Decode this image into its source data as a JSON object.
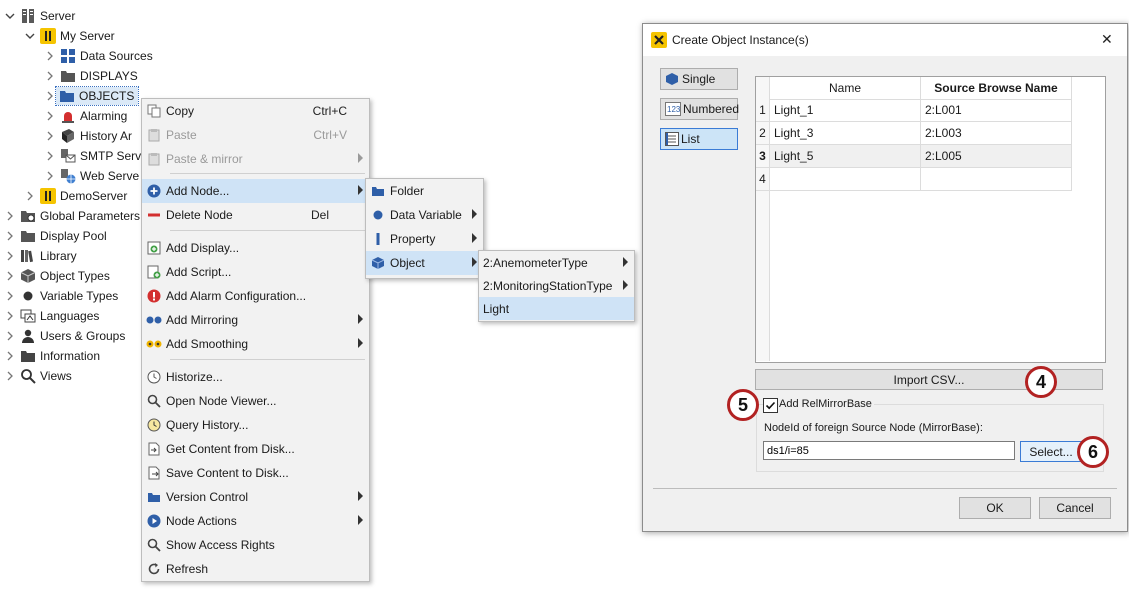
{
  "tree": {
    "items": [
      {
        "label": "Server",
        "icon": "server-icon",
        "expanded": true
      },
      {
        "label": "My Server",
        "icon": "my-server-icon",
        "expanded": true
      },
      {
        "label": "Data Sources",
        "icon": "data-sources-icon"
      },
      {
        "label": "DISPLAYS",
        "icon": "folder-icon"
      },
      {
        "label": "OBJECTS",
        "icon": "folder-icon",
        "selected": true
      },
      {
        "label": "Alarming",
        "icon": "alarm-icon"
      },
      {
        "label": "History Ar",
        "icon": "history-icon"
      },
      {
        "label": "SMTP Serv",
        "icon": "smtp-icon"
      },
      {
        "label": "Web Serve",
        "icon": "web-server-icon"
      },
      {
        "label": "DemoServer",
        "icon": "demo-server-icon"
      },
      {
        "label": "Global Parameters",
        "icon": "global-parameters-icon"
      },
      {
        "label": "Display Pool",
        "icon": "display-pool-icon"
      },
      {
        "label": "Library",
        "icon": "library-icon"
      },
      {
        "label": "Object Types",
        "icon": "object-types-icon"
      },
      {
        "label": "Variable Types",
        "icon": "variable-types-icon"
      },
      {
        "label": "Languages",
        "icon": "languages-icon"
      },
      {
        "label": "Users & Groups",
        "icon": "users-icon"
      },
      {
        "label": "Information",
        "icon": "information-icon"
      },
      {
        "label": "Views",
        "icon": "views-icon"
      }
    ]
  },
  "context_menu": {
    "items": [
      {
        "label": "Copy",
        "shortcut": "Ctrl+C"
      },
      {
        "label": "Paste",
        "shortcut": "Ctrl+V",
        "disabled": true
      },
      {
        "label": "Paste & mirror",
        "disabled": true,
        "submenu": true
      },
      {
        "label": "Add Node...",
        "submenu": true,
        "highlighted": true
      },
      {
        "label": "Delete Node",
        "shortcut": "Del"
      },
      {
        "label": "Add Display..."
      },
      {
        "label": "Add Script..."
      },
      {
        "label": "Add Alarm Configuration..."
      },
      {
        "label": "Add Mirroring",
        "submenu": true
      },
      {
        "label": "Add Smoothing",
        "submenu": true
      },
      {
        "label": "Historize..."
      },
      {
        "label": "Open Node Viewer..."
      },
      {
        "label": "Query History..."
      },
      {
        "label": "Get Content from Disk..."
      },
      {
        "label": "Save Content to Disk..."
      },
      {
        "label": "Version Control",
        "submenu": true
      },
      {
        "label": "Node Actions",
        "submenu": true
      },
      {
        "label": "Show Access Rights"
      },
      {
        "label": "Refresh"
      }
    ]
  },
  "add_node_menu": {
    "items": [
      {
        "label": "Folder"
      },
      {
        "label": "Data Variable",
        "submenu": true
      },
      {
        "label": "Property",
        "submenu": true
      },
      {
        "label": "Object",
        "submenu": true,
        "highlighted": true
      }
    ]
  },
  "object_menu": {
    "items": [
      {
        "label": "2:AnemometerType",
        "submenu": true
      },
      {
        "label": "2:MonitoringStationType",
        "submenu": true
      },
      {
        "label": "Light",
        "highlighted": true
      }
    ]
  },
  "dialog": {
    "title": "Create Object Instance(s)",
    "close_glyph": "✕",
    "modes": [
      "Single",
      "Numbered",
      "List"
    ],
    "active_mode": "List",
    "table": {
      "headers": [
        "Name",
        "Source Browse Name"
      ],
      "rows": [
        {
          "num": "1",
          "name": "Light_1",
          "source": "2:L001"
        },
        {
          "num": "2",
          "name": "Light_3",
          "source": "2:L003"
        },
        {
          "num": "3",
          "name": "Light_5",
          "source": "2:L005"
        },
        {
          "num": "4",
          "name": "",
          "source": ""
        }
      ]
    },
    "import_csv_label": "Import CSV...",
    "add_mirror_label": "Add RelMirrorBase",
    "add_mirror_checked": true,
    "nodeid_label": "NodeId of foreign Source Node (MirrorBase):",
    "nodeid_value": "ds1/i=85",
    "select_label": "Select...",
    "ok_label": "OK",
    "cancel_label": "Cancel"
  },
  "callouts": {
    "import": "4",
    "mirror": "5",
    "select": "6"
  },
  "colors": {
    "accent_blue": "#2f5fa8",
    "highlight": "#cfe3f6",
    "callout_ring": "#b22222",
    "app_logo_yellow": "#f5c400"
  }
}
